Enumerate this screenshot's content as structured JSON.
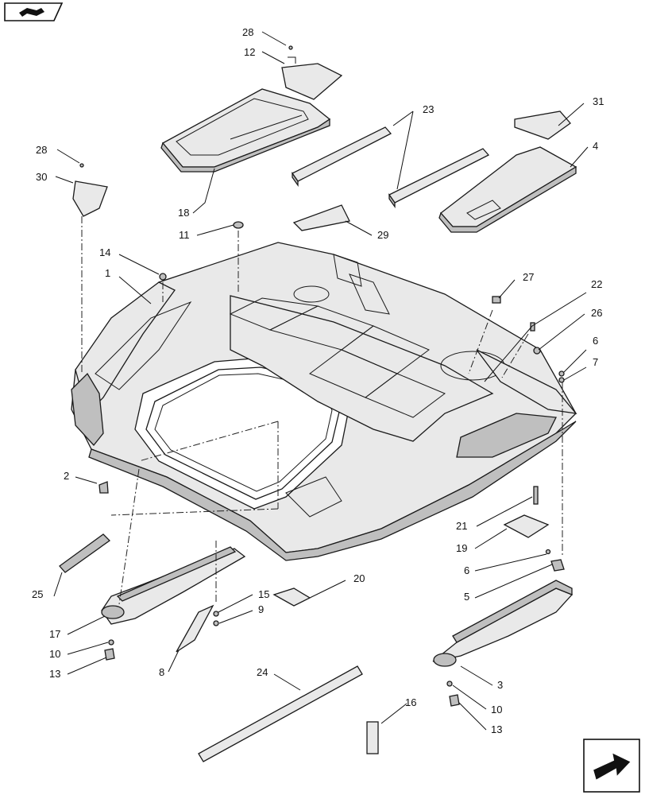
{
  "diagram": {
    "labels": [
      {
        "id": "l28a",
        "text": "28"
      },
      {
        "id": "l12",
        "text": "12"
      },
      {
        "id": "l23",
        "text": "23"
      },
      {
        "id": "l31",
        "text": "31"
      },
      {
        "id": "l4",
        "text": "4"
      },
      {
        "id": "l28b",
        "text": "28"
      },
      {
        "id": "l30",
        "text": "30"
      },
      {
        "id": "l18",
        "text": "18"
      },
      {
        "id": "l29",
        "text": "29"
      },
      {
        "id": "l11",
        "text": "11"
      },
      {
        "id": "l14",
        "text": "14"
      },
      {
        "id": "l1",
        "text": "1"
      },
      {
        "id": "l27",
        "text": "27"
      },
      {
        "id": "l22",
        "text": "22"
      },
      {
        "id": "l26",
        "text": "26"
      },
      {
        "id": "l6a",
        "text": "6"
      },
      {
        "id": "l7",
        "text": "7"
      },
      {
        "id": "l2",
        "text": "2"
      },
      {
        "id": "l21",
        "text": "21"
      },
      {
        "id": "l19",
        "text": "19"
      },
      {
        "id": "l6b",
        "text": "6"
      },
      {
        "id": "l5",
        "text": "5"
      },
      {
        "id": "l20",
        "text": "20"
      },
      {
        "id": "l25",
        "text": "25"
      },
      {
        "id": "l15",
        "text": "15"
      },
      {
        "id": "l9",
        "text": "9"
      },
      {
        "id": "l17",
        "text": "17"
      },
      {
        "id": "l10a",
        "text": "10"
      },
      {
        "id": "l13a",
        "text": "13"
      },
      {
        "id": "l8",
        "text": "8"
      },
      {
        "id": "l24",
        "text": "24"
      },
      {
        "id": "l3",
        "text": "3"
      },
      {
        "id": "l16",
        "text": "16"
      },
      {
        "id": "l10b",
        "text": "10"
      },
      {
        "id": "l13b",
        "text": "13"
      }
    ]
  }
}
